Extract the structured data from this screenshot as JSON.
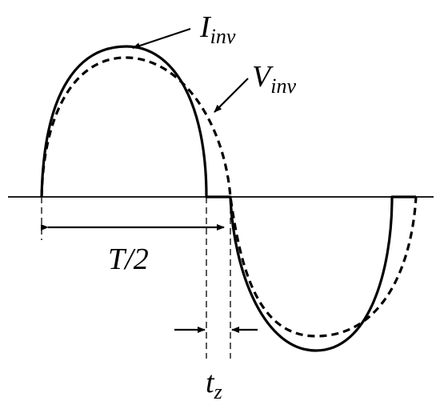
{
  "labels": {
    "current_main": "I",
    "current_sub": "inv",
    "voltage_main": "V",
    "voltage_sub": "inv",
    "half_period": "T/2",
    "zero_time_main": "t",
    "zero_time_sub": "z"
  },
  "colors": {
    "stroke": "#000000",
    "background": "#ffffff"
  },
  "styles": {
    "current": "solid",
    "voltage": "dashed"
  }
}
